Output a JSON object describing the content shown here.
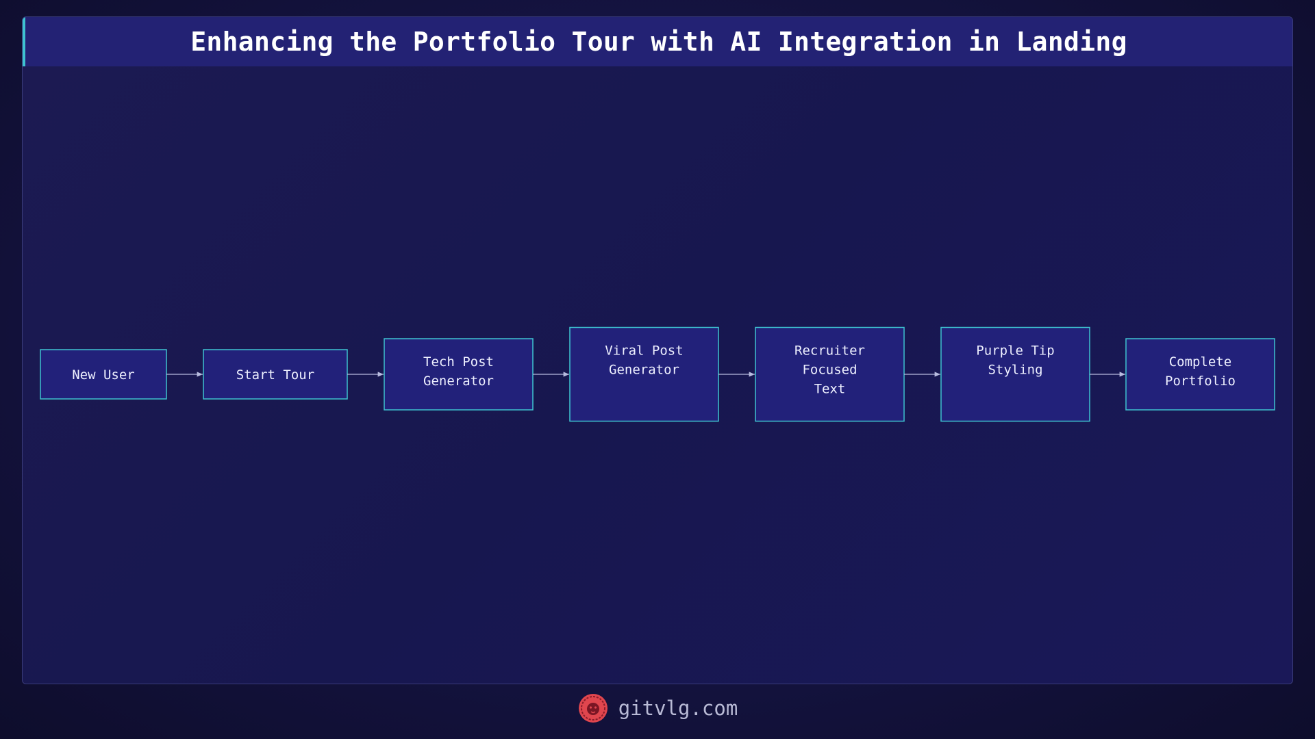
{
  "title": "Enhancing the Portfolio Tour with AI Integration in Landing",
  "nodes": [
    {
      "id": "new-user",
      "lines": [
        "New User"
      ]
    },
    {
      "id": "start-tour",
      "lines": [
        "Start Tour"
      ]
    },
    {
      "id": "tech-post-generator",
      "lines": [
        "Tech Post",
        "Generator"
      ]
    },
    {
      "id": "viral-post-generator",
      "lines": [
        "Viral Post",
        "Generator"
      ]
    },
    {
      "id": "recruiter-focused-text",
      "lines": [
        "Recruiter",
        "Focused",
        "Text"
      ]
    },
    {
      "id": "purple-tip-styling",
      "lines": [
        "Purple Tip",
        "Styling"
      ]
    },
    {
      "id": "complete-portfolio",
      "lines": [
        "Complete",
        "Portfolio"
      ]
    }
  ],
  "edges": [
    [
      "new-user",
      "start-tour"
    ],
    [
      "start-tour",
      "tech-post-generator"
    ],
    [
      "tech-post-generator",
      "viral-post-generator"
    ],
    [
      "viral-post-generator",
      "recruiter-focused-text"
    ],
    [
      "recruiter-focused-text",
      "purple-tip-styling"
    ],
    [
      "purple-tip-styling",
      "complete-portfolio"
    ]
  ],
  "footer": {
    "site": "gitvlg.com",
    "logo_icon": "lion-icon"
  },
  "colors": {
    "accent": "#3ec3d0",
    "node_fill": "#22217a",
    "header_bg": "#232274",
    "logo": "#e0464e"
  }
}
